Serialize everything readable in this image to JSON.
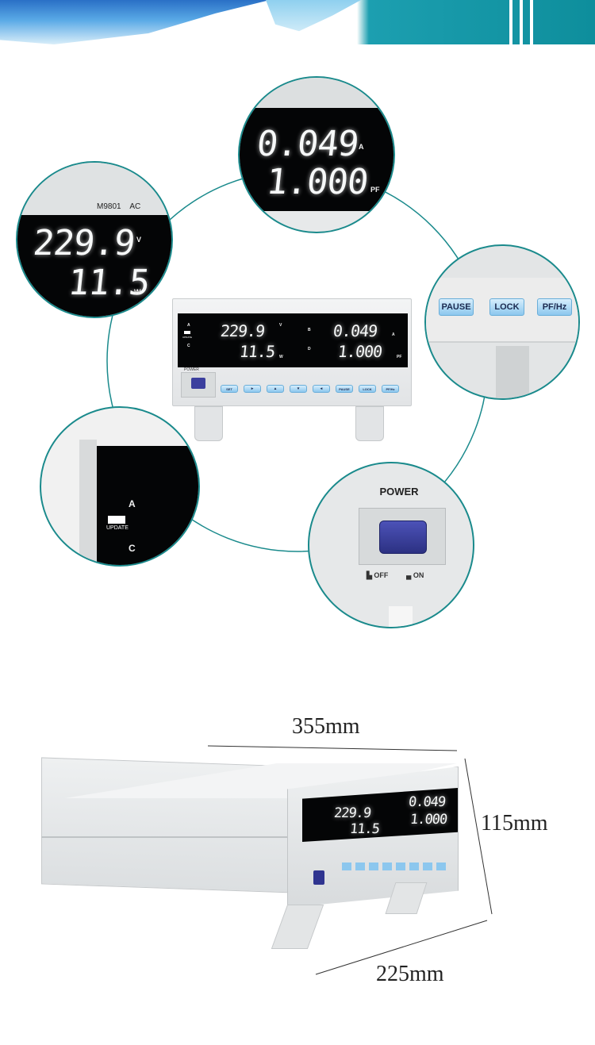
{
  "zoom_top": {
    "row1": "0.049",
    "unit1": "A",
    "row2": "1.000",
    "unit2": "PF"
  },
  "zoom_left": {
    "brand": "M9801",
    "suffix": "AC",
    "row1": "229.9",
    "unit1": "V",
    "row2": "11.5",
    "unit2": "W"
  },
  "zoom_buttons": {
    "pause": "PAUSE",
    "lock": "LOCK",
    "pfhz": "PF/Hz"
  },
  "zoom_update": {
    "a": "A",
    "update": "UPDATE",
    "c": "C"
  },
  "zoom_power": {
    "title": "POWER",
    "off": "OFF",
    "on": "ON"
  },
  "meter": {
    "left_row1": "229.9",
    "left_row2": "11.5",
    "label_a": "A",
    "label_c": "C",
    "label_update": "UPDATE",
    "unit_v": "V",
    "unit_w": "W",
    "label_b": "B",
    "label_d": "D",
    "right_row1": "0.049",
    "right_row2": "1.000",
    "unit_a": "A",
    "unit_pf": "PF",
    "power_label": "POWER",
    "keys": [
      "SET",
      "▸",
      "▴",
      "▾",
      "◂",
      "PAUSE",
      "LOCK",
      "PF/Hz"
    ]
  },
  "dimensions": {
    "length": "355mm",
    "height": "115mm",
    "depth": "225mm"
  },
  "perspective_display": {
    "row1": "229.9",
    "row2": "11.5",
    "r_row1": "0.049",
    "r_row2": "1.000"
  },
  "colors": {
    "accent": "#1a8a8c",
    "key_blue": "#8cc7ee",
    "power_key": "#3b3f9e"
  }
}
